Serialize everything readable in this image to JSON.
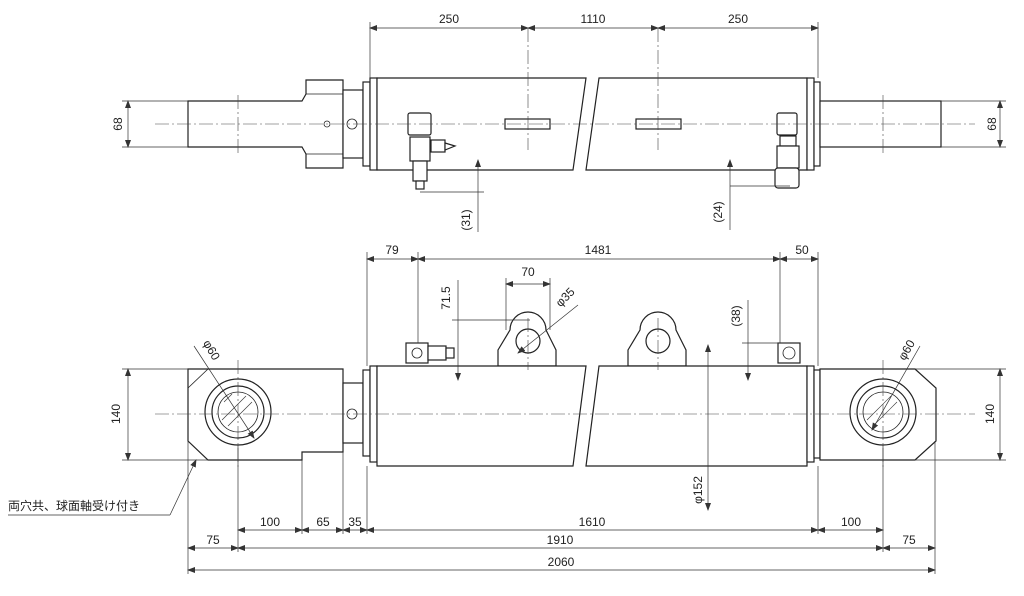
{
  "top_view": {
    "dims": {
      "span_left": "250",
      "span_mid": "1110",
      "span_right": "250",
      "rod_height_left": "68",
      "rod_height_right": "68",
      "port_offset_left": "(31)",
      "port_offset_right": "(24)"
    }
  },
  "front_view": {
    "dims": {
      "d79": "79",
      "d1481": "1481",
      "d50": "50",
      "d70": "70",
      "d71_5": "71.5",
      "phi35": "φ35",
      "d38": "(38)",
      "phi60_left": "φ60",
      "phi60_right": "φ60",
      "h140_left": "140",
      "h140_right": "140",
      "phi152": "φ152"
    },
    "note": "両穴共、球面軸受け付き"
  },
  "bottom_dims": {
    "d75_left": "75",
    "d100_left": "100",
    "d65": "65",
    "d35": "35",
    "d1610": "1610",
    "d100_right": "100",
    "d1910": "1910",
    "d75_right": "75",
    "d2060": "2060"
  }
}
